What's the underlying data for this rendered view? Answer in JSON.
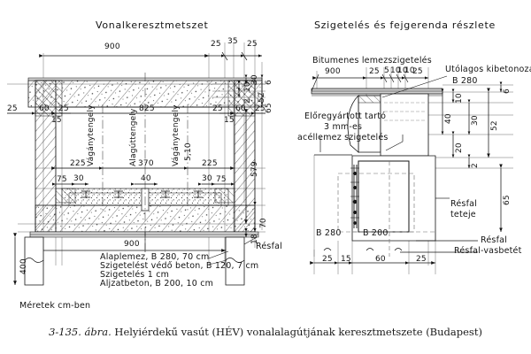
{
  "figure": {
    "caption_number": "3-135. ábra.",
    "caption_text": "Helyiérdekű vasút (HÉV) vonalalagútjának keresztmetszete (Budapest)",
    "unit_note": "Méretek cm-ben",
    "ink_color": "#141414",
    "paper_color": "#ffffff"
  },
  "left_panel": {
    "title": "Vonalkeresztmetszet",
    "dimensions": {
      "top_total": "900",
      "top_chain": [
        "25",
        "35",
        "25"
      ],
      "inner_width": "825",
      "left_outer": "25",
      "left_wall": "60",
      "left_inner": "25",
      "left_small": "15",
      "right_inner": "25",
      "right_wall": "60",
      "right_outer": "25",
      "right_small": "15",
      "track_left": "225",
      "tunnel_center": "370",
      "track_right": "225",
      "rail_chain": [
        "75",
        "30",
        "40",
        "30",
        "75"
      ],
      "height_inner": "579",
      "base_slab": "70",
      "base_sub": "18",
      "bottom_total": "900",
      "depth_400": "400",
      "right_stack": [
        "30",
        "10",
        "2",
        "6",
        "52",
        "65"
      ]
    },
    "axis_labels": {
      "track_axis_left": "Vágánytengely",
      "tunnel_axis": "Alagúttengely",
      "track_axis_right": "Vágánytengely",
      "track_gauge": "5,10"
    },
    "callouts": {
      "diaphragm_wall": "Résfal"
    },
    "legend": [
      "Alaplemez, B 280,  70 cm",
      "Szigetelést védő beton, B 120, 7 cm",
      "Szigetelés                1 cm",
      "Aljzatbeton, B 200,  10 cm"
    ]
  },
  "right_panel": {
    "title": "Szigetelés és fejgerenda részlete",
    "dimensions": {
      "top_chain": [
        "900",
        "25",
        "5",
        "10",
        "10",
        "10",
        "25"
      ],
      "vert_chain": [
        "6",
        "10",
        "40",
        "30",
        "20",
        "2",
        "52",
        "65"
      ],
      "bottom_chain": [
        "25",
        "15",
        "60",
        "25"
      ]
    },
    "callouts": {
      "bitumen": "Bitumenes lemezszigetelés",
      "recast": "Utólagos kibetonozás",
      "recast_grade": "B 280",
      "precast_line1": "Előregyártott tartó",
      "precast_line2": "3 mm-es",
      "precast_line3": "acéllemez szigetelés",
      "wall_top_line1": "Résfal",
      "wall_top_line2": "teteje",
      "wall": "Résfal",
      "wall_rebar": "Résfal-vasbetét",
      "concrete_b280": "B 280",
      "concrete_b200": "B 200"
    }
  }
}
